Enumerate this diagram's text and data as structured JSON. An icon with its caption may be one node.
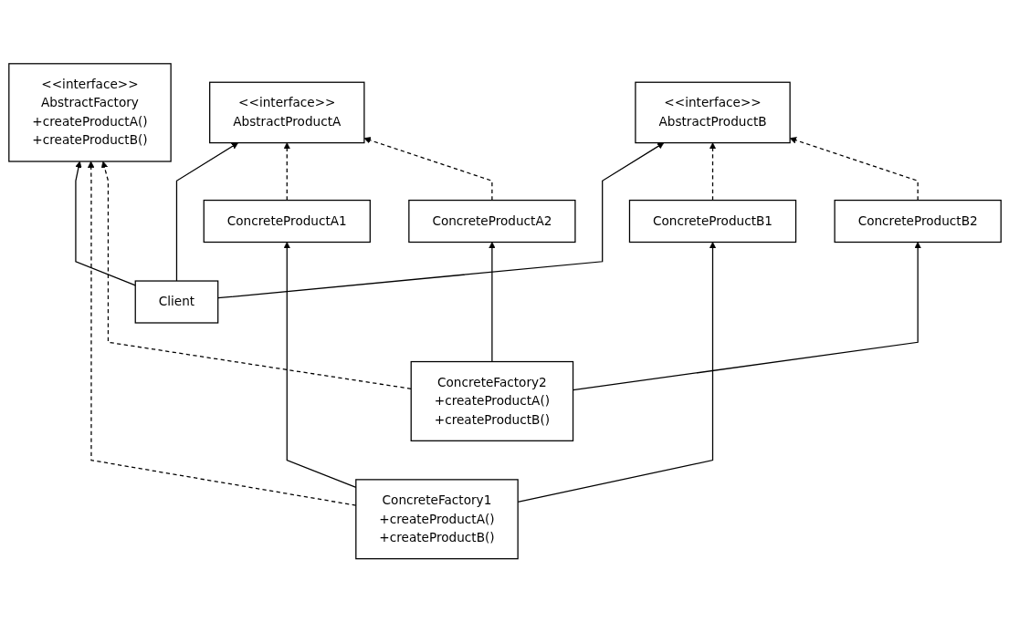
{
  "diagram": {
    "nodes": [
      {
        "text": [
          "Client"
        ]
      },
      {
        "text": [
          "<<interface>>",
          "AbstractFactory",
          "+createProductA()",
          "+createProductB()"
        ]
      },
      {
        "text": [
          "<<interface>>",
          "AbstractProductA"
        ]
      },
      {
        "text": [
          "<<interface>>",
          "AbstractProductB"
        ]
      },
      {
        "text": [
          "ConcreteFactory1",
          "+createProductA()",
          "+createProductB()"
        ]
      },
      {
        "text": [
          "ConcreteProductA1"
        ]
      },
      {
        "text": [
          "ConcreteProductB1"
        ]
      },
      {
        "text": [
          "ConcreteFactory2",
          "+createProductA()",
          "+createProductB()"
        ]
      },
      {
        "text": [
          "ConcreteProductA2"
        ]
      },
      {
        "text": [
          "ConcreteProductB2"
        ]
      }
    ],
    "edges": [
      {
        "from": 0,
        "to": 1,
        "arrow": "to"
      },
      {
        "from": 0,
        "to": 2,
        "arrow": "to"
      },
      {
        "from": 0,
        "to": 3,
        "arrow": "to"
      },
      {
        "from": 4,
        "to": 1,
        "arrow": "to",
        "style": "dashed"
      },
      {
        "from": 7,
        "to": 1,
        "arrow": "to",
        "style": "dashed"
      },
      {
        "from": 5,
        "to": 2,
        "arrow": "to",
        "style": "dashed"
      },
      {
        "from": 8,
        "to": 2,
        "arrow": "to",
        "style": "dashed"
      },
      {
        "from": 6,
        "to": 3,
        "arrow": "to",
        "style": "dashed"
      },
      {
        "from": 9,
        "to": 3,
        "arrow": "to",
        "style": "dashed"
      },
      {
        "from": 4,
        "to": 5,
        "arrow": "to"
      },
      {
        "from": 4,
        "to": 6,
        "arrow": "to"
      },
      {
        "from": 7,
        "to": 8,
        "arrow": "to"
      },
      {
        "from": 7,
        "to": 9,
        "arrow": "to"
      }
    ]
  }
}
